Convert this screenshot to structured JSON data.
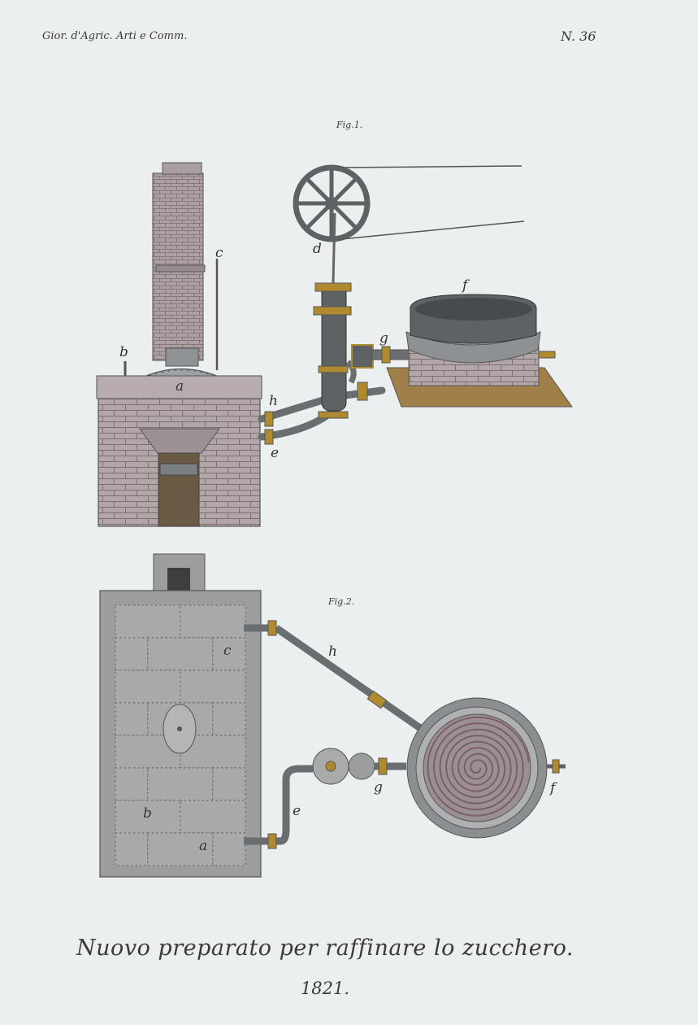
{
  "header": {
    "journal": "Gior. d'Agric. Arti e Comm.",
    "plate_number": "N. 36"
  },
  "figures": {
    "fig1": {
      "title": "Fig.1.",
      "labels": {
        "a": "a",
        "b": "b",
        "c": "c",
        "d": "d",
        "e": "e",
        "f": "f",
        "g": "g",
        "h": "h"
      }
    },
    "fig2": {
      "title": "Fig.2.",
      "labels": {
        "a": "a",
        "b": "b",
        "c": "c",
        "e": "e",
        "f": "f",
        "g": "g",
        "h": "h"
      }
    }
  },
  "caption": {
    "title": "Nuovo preparato per raffinare lo zucchero.",
    "year": "1821."
  },
  "colors": {
    "paper": "#eceff0",
    "brick": "#b3a6a8",
    "iron": "#5e6264",
    "brass": "#b08a2e",
    "wood": "#a08048",
    "coil": "#8f6f78",
    "boiler": "#9b9d9f"
  }
}
